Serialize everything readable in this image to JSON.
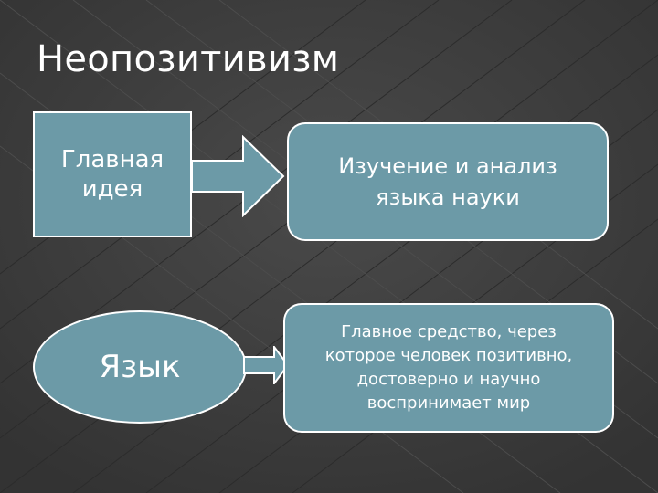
{
  "title": "Неопозитивизм",
  "main_idea": {
    "line1": "Главная",
    "line2": "идея"
  },
  "study": {
    "line1": "Изучение и анализ",
    "line2": "языка науки"
  },
  "language": {
    "label": "Язык"
  },
  "means": {
    "line1": "Главное средство, через",
    "line2": "которое человек позитивно,",
    "line3": "достоверно и научно",
    "line4": "воспринимает мир"
  },
  "colors": {
    "background": "#404040",
    "shape_fill": "#6c9aa7",
    "outline": "#ffffff"
  }
}
